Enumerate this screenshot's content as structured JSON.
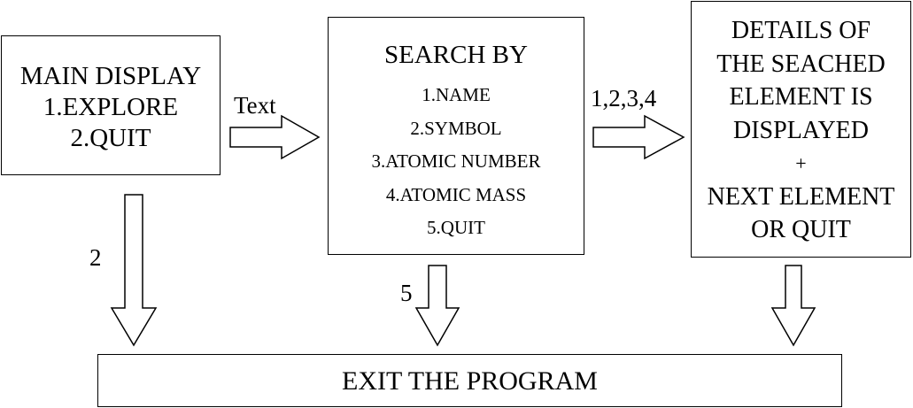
{
  "boxes": {
    "main_display": {
      "lines": [
        "MAIN DISPLAY",
        "1.EXPLORE",
        "2.QUIT"
      ]
    },
    "search_by": {
      "title": "SEARCH BY",
      "options": [
        "1.NAME",
        "2.SYMBOL",
        "3.ATOMIC NUMBER",
        "4.ATOMIC MASS",
        "5.QUIT"
      ]
    },
    "details": {
      "lines": [
        "DETAILS OF",
        "THE SEACHED",
        "ELEMENT IS",
        "DISPLAYED",
        "+",
        "NEXT ELEMENT",
        "OR QUIT"
      ]
    },
    "exit": {
      "label": "EXIT THE PROGRAM"
    }
  },
  "arrow_labels": {
    "main_to_search": "Text",
    "search_to_details": "1,2,3,4",
    "main_to_exit": "2",
    "search_to_exit": "5"
  }
}
